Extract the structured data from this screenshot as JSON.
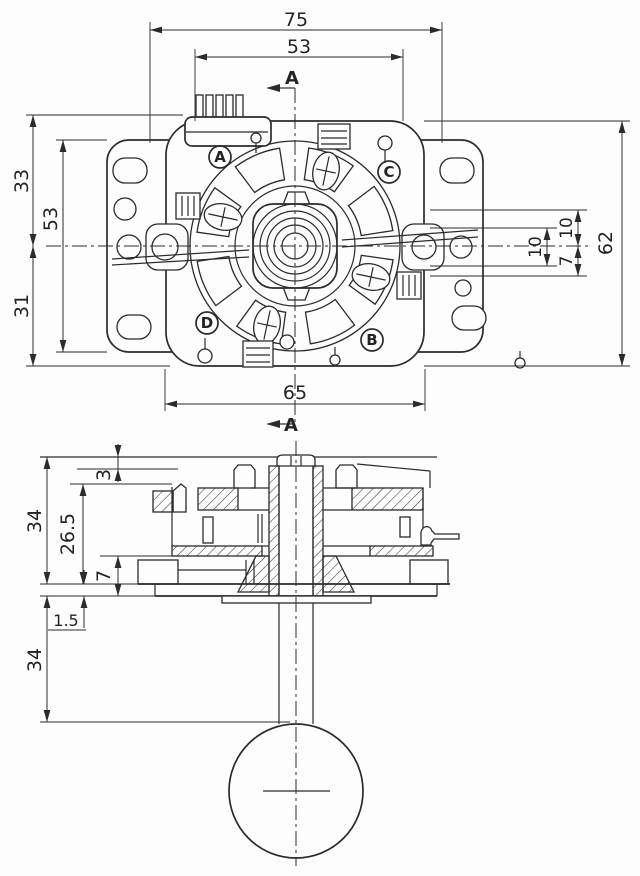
{
  "colors": {
    "line": "#2b2b2b",
    "background": "#fdfdfd"
  },
  "top_view": {
    "dim_overall_width": "75",
    "dim_connector_width": "53",
    "dim_upper_offset": "33",
    "dim_plate_height": "53",
    "dim_lower_offset": "31",
    "dim_body_height": "62",
    "dim_slot_inner": "10",
    "dim_slot_upper": "10",
    "dim_slot_lower": "7",
    "dim_body_width": "65",
    "switch_labels": {
      "a": "A",
      "b": "B",
      "c": "C",
      "d": "D"
    }
  },
  "section_view": {
    "marker": "A",
    "dim_upper_height": "34",
    "dim_top_clearance": "3",
    "dim_mid_height": "26.5",
    "dim_plate_offset": "7",
    "dim_plate_thickness": "1.5",
    "dim_shaft_length": "34"
  }
}
